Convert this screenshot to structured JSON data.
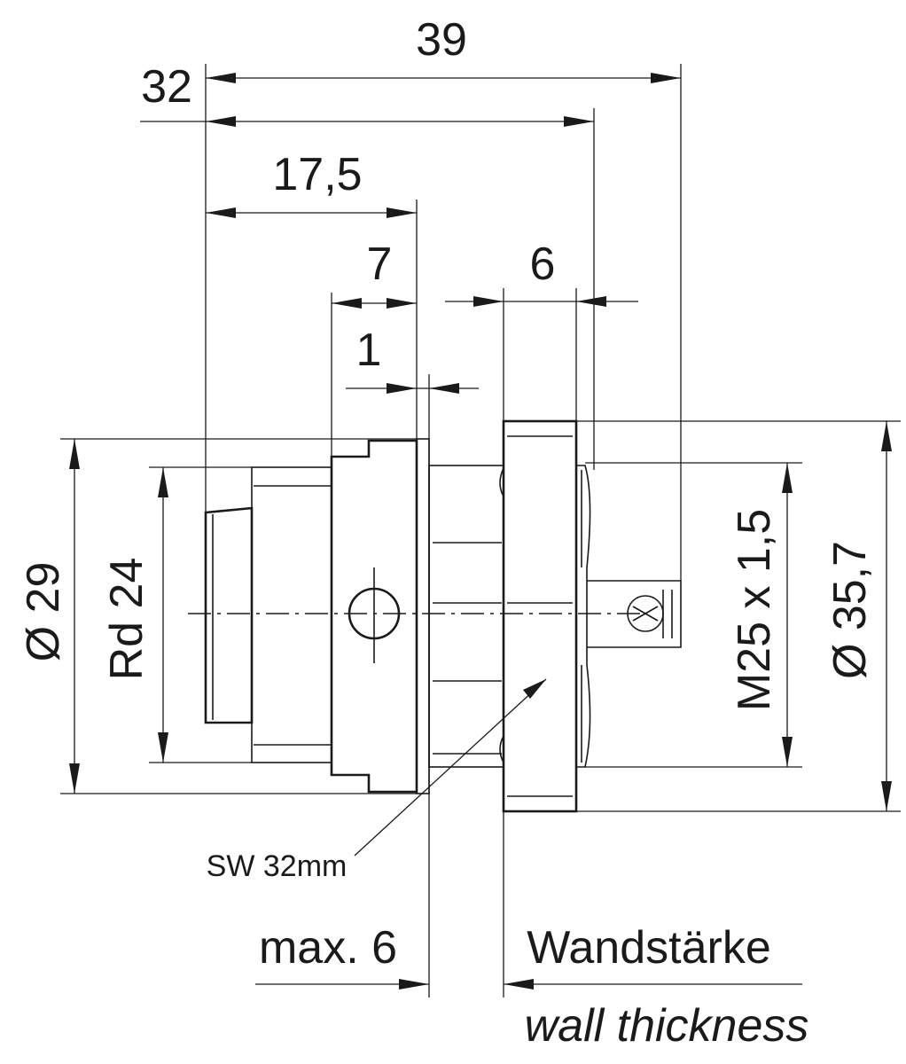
{
  "labels": {
    "overall_length": "39",
    "length_32": "32",
    "length_17_5": "17,5",
    "length_7": "7",
    "length_1": "1",
    "length_6": "6",
    "dia_29": "Ø 29",
    "thread_rd24": "Rd 24",
    "thread_m25": "M25 x 1,5",
    "dia_35_7": "Ø 35,7",
    "wrench_size": "SW 32mm",
    "max_panel": "max. 6",
    "wall_de": "Wandstärke",
    "wall_en": "wall thickness"
  }
}
